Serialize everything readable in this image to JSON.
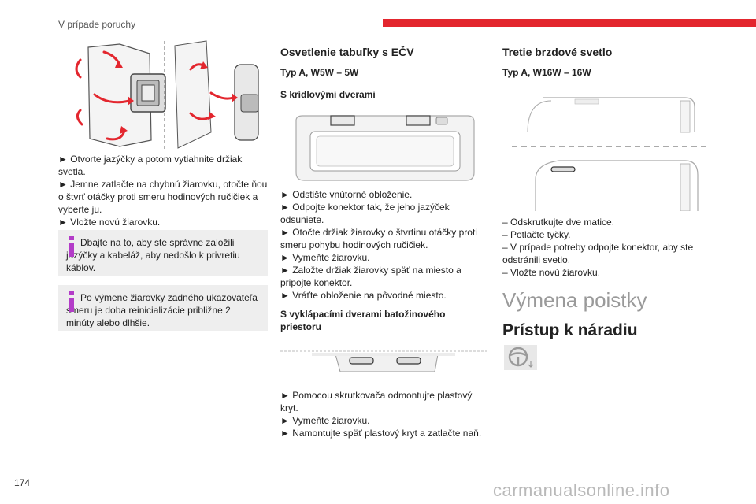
{
  "header": {
    "section_title": "V prípade poruchy",
    "page_number": "174",
    "accent_color": "#e3262e"
  },
  "col1": {
    "instructions": [
      "► Otvorte jazýčky a potom vytiahnite držiak svetla.",
      "► Jemne zatlačte na chybnú žiarovku, otočte ňou o štvrť otáčky proti smeru hodinových ručičiek a vyberte ju.",
      "► Vložte novú žiarovku."
    ],
    "note1": "Dbajte na to, aby ste správne založili jazýčky a kabeláž, aby nedošlo k privretiu káblov.",
    "note2": "Po výmene žiarovky zadného ukazovateľa smeru je doba reinicializácie približne 2 minúty alebo dlhšie."
  },
  "col2": {
    "title": "Osvetlenie tabuľky s EČV",
    "type_label": "Typ A, W5W – 5W",
    "sub1": "S krídlovými dverami",
    "steps1": [
      "► Odstište vnútorné obloženie.",
      "► Odpojte konektor tak, že jeho jazýček odsuniete.",
      "► Otočte držiak žiarovky o štvrtinu otáčky proti smeru pohybu hodinových ručičiek.",
      "► Vymeňte žiarovku.",
      "► Založte držiak žiarovky späť na miesto a pripojte konektor.",
      "► Vráťte obloženie na pôvodné miesto."
    ],
    "sub2": "S vyklápacími dverami batožinového priestoru",
    "steps2": [
      "► Pomocou skrutkovača odmontujte plastový kryt.",
      "► Vymeňte žiarovku.",
      "► Namontujte späť plastový kryt a zatlačte naň."
    ]
  },
  "col3": {
    "title": "Tretie brzdové svetlo",
    "type_label": "Typ A, W16W – 16W",
    "steps": [
      "– Odskrutkujte dve matice.",
      "– Potlačte tyčky.",
      "– V prípade potreby odpojte konektor, aby ste odstránili svetlo.",
      "– Vložte novú žiarovku."
    ],
    "section_title": "Výmena poistky",
    "subsection_title": "Prístup k náradiu"
  },
  "footer": {
    "watermark": "carmanualsonline.info"
  }
}
